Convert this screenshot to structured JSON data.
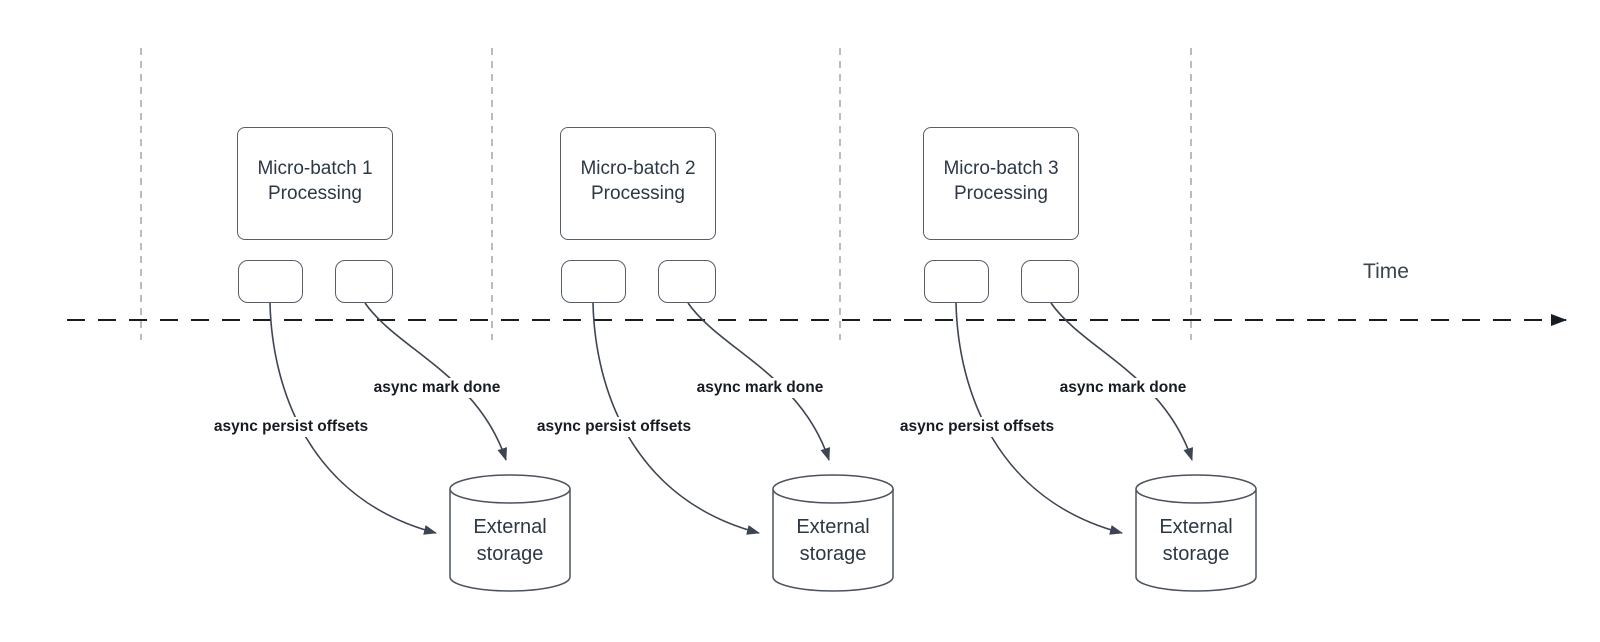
{
  "diagram": {
    "type": "timeline-flow-diagram",
    "timeline_label": "Time",
    "colors": {
      "line": "#3e4552",
      "axis": "#181c23",
      "guide": "#a4a7ac",
      "box-border": "#565e68",
      "box-text": "#2c3845",
      "label-text": "#171b22",
      "cyl-stroke": "#4c535e",
      "bg": "#ffffff"
    },
    "groups": [
      {
        "box_title": "Micro-batch 1",
        "box_subtitle": "Processing",
        "persist_label": "async persist offsets",
        "done_label": "async mark done",
        "storage_title": "External",
        "storage_subtitle": "storage"
      },
      {
        "box_title": "Micro-batch 2",
        "box_subtitle": "Processing",
        "persist_label": "async persist offsets",
        "done_label": "async mark done",
        "storage_title": "External",
        "storage_subtitle": "storage"
      },
      {
        "box_title": "Micro-batch 3",
        "box_subtitle": "Processing",
        "persist_label": "async persist offsets",
        "done_label": "async mark done",
        "storage_title": "External",
        "storage_subtitle": "storage"
      }
    ]
  }
}
